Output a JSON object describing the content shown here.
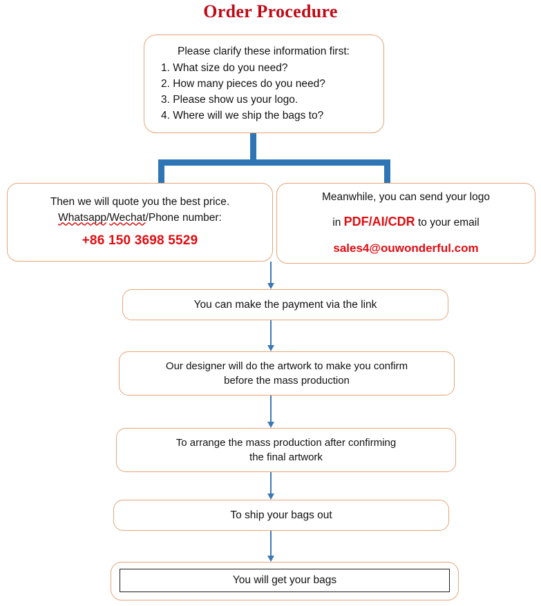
{
  "title": "Order Procedure",
  "colors": {
    "title_red": "#C00B16",
    "box_border_orange": "#E5A476",
    "connector_blue": "#2E75B6",
    "arrow_blue": "#3C78B4",
    "accent_red": "#E00C10",
    "inner_rect_black": "#1a1a1a",
    "background": "#ffffff"
  },
  "boxes": {
    "clarify": {
      "intro": "Please clarify these information first:",
      "items": [
        "1. What size do you need?",
        "2. How many pieces do you need?",
        "3. Please show us your logo.",
        "4. Where will we ship the bags to?"
      ]
    },
    "quote": {
      "line1": "Then we will quote you the best price.",
      "line2_a": "Whatsapp",
      "line2_sep1": "/",
      "line2_b": "Wechat",
      "line2_c": "/Phone number:",
      "phone": "+86 150 3698 5529"
    },
    "logo": {
      "line1": "Meanwhile, you can send your logo",
      "line2_pre": "in ",
      "line2_formats": "PDF/AI/CDR",
      "line2_post": " to your email",
      "email": "sales4@ouwonderful.com"
    },
    "payment": {
      "line1": "You can make the payment via the link"
    },
    "designer": {
      "line1": "Our designer will do the artwork to make you confirm",
      "line2": "before the mass production"
    },
    "massprod": {
      "line1": "To arrange the mass production after confirming",
      "line2": "the final artwork"
    },
    "ship": {
      "line1": "To ship your bags out"
    },
    "getbags": {
      "line1": "You will get your bags"
    }
  }
}
